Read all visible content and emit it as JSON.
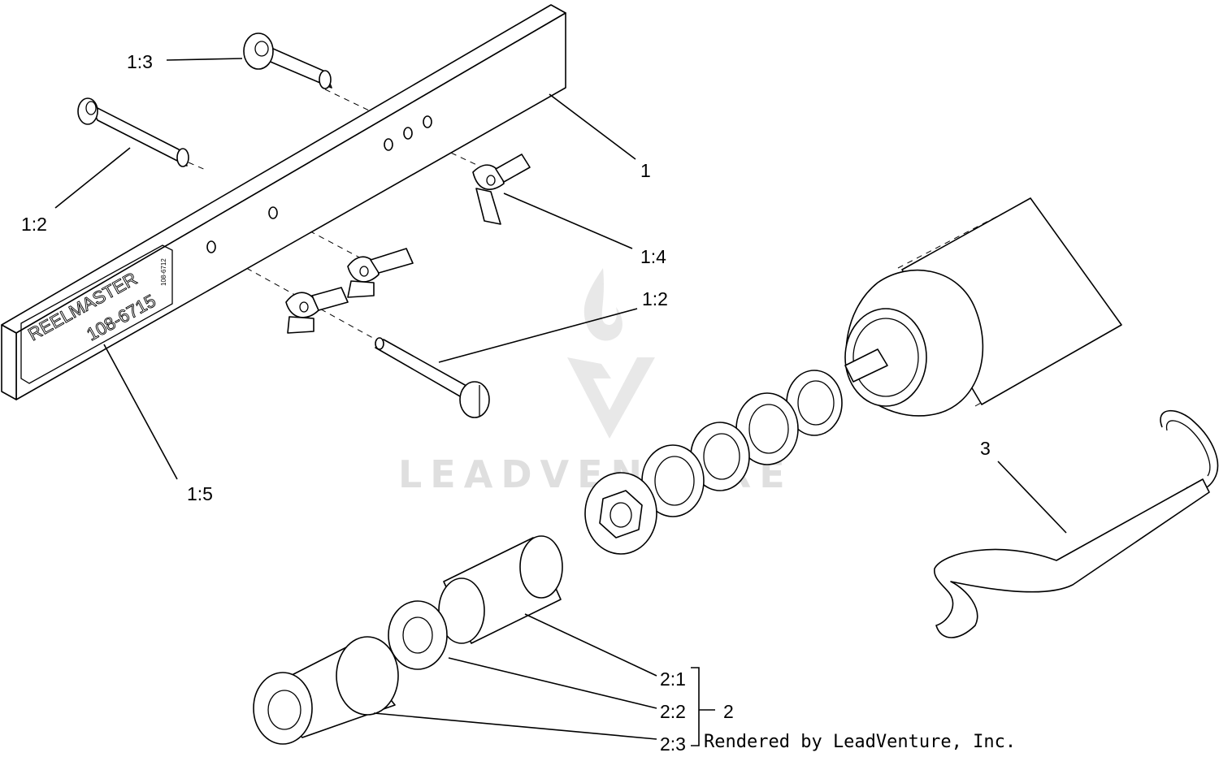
{
  "diagram": {
    "decal_brand": "REELMASTER",
    "decal_number": "108-6715",
    "decal_small": "108-6712",
    "credit": "Rendered by LeadVenture, Inc.",
    "watermark": "LEADVENTURE"
  },
  "callouts": {
    "c_1": "1",
    "c_1_2_top": "1:2",
    "c_1_2_mid": "1:2",
    "c_1_3": "1:3",
    "c_1_4": "1:4",
    "c_1_5": "1:5",
    "c_2": "2",
    "c_2_1": "2:1",
    "c_2_2": "2:2",
    "c_2_3": "2:3",
    "c_3": "3"
  }
}
